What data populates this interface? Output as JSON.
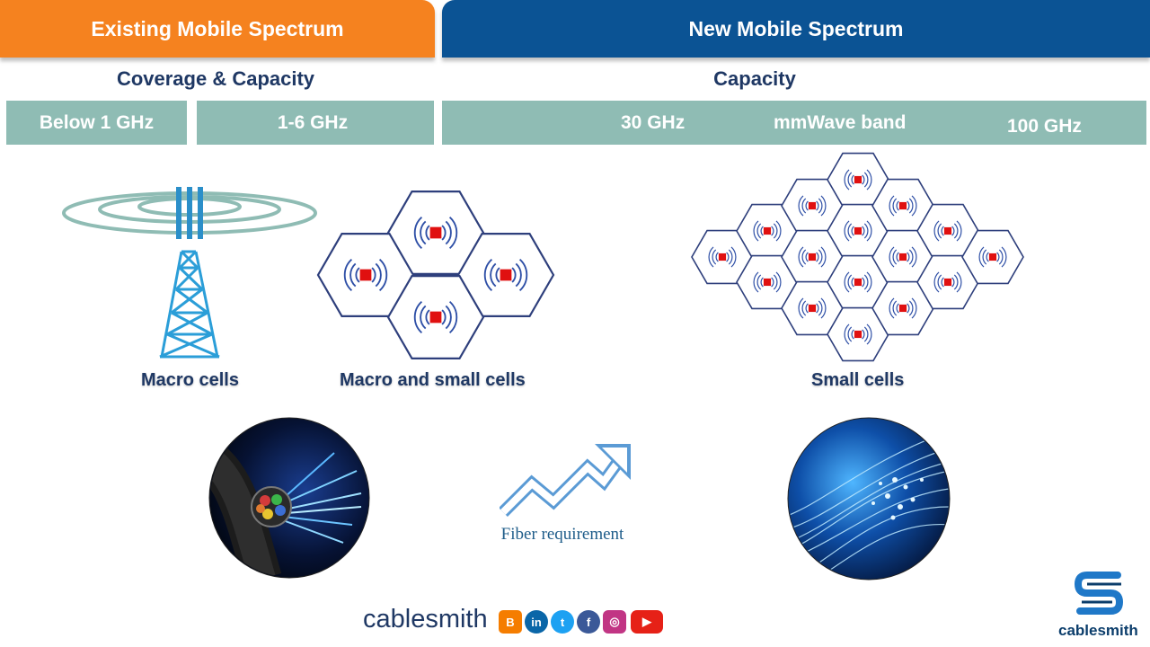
{
  "header": {
    "left_title": "Existing Mobile Spectrum",
    "right_title": "New Mobile Spectrum"
  },
  "subheaders": {
    "left": "Coverage & Capacity",
    "right": "Capacity"
  },
  "bands": {
    "below_1ghz": "Below 1 GHz",
    "one_to_six": "1-6 GHz",
    "thirty_ghz": "30 GHz",
    "mmwave": "mmWave band",
    "hundred_ghz": "100 GHz"
  },
  "labels": {
    "macro_cells": "Macro cells",
    "macro_small_cells": "Macro and small cells",
    "small_cells": "Small cells",
    "fiber_requirement": "Fiber requirement"
  },
  "brand": {
    "wordmark": "cablesmith",
    "logo_text": "cablesmith"
  },
  "social": {
    "blogger": "B",
    "linkedin": "in",
    "twitter": "t",
    "facebook": "f",
    "instagram": "◎",
    "youtube": "▶"
  },
  "colors": {
    "orange": "#f5821f",
    "navy": "#0b5394",
    "band_teal": "#8fbcb4",
    "hex_stroke": "#2e3f7c",
    "signal": "#2e4fa6",
    "node": "#e01010"
  }
}
